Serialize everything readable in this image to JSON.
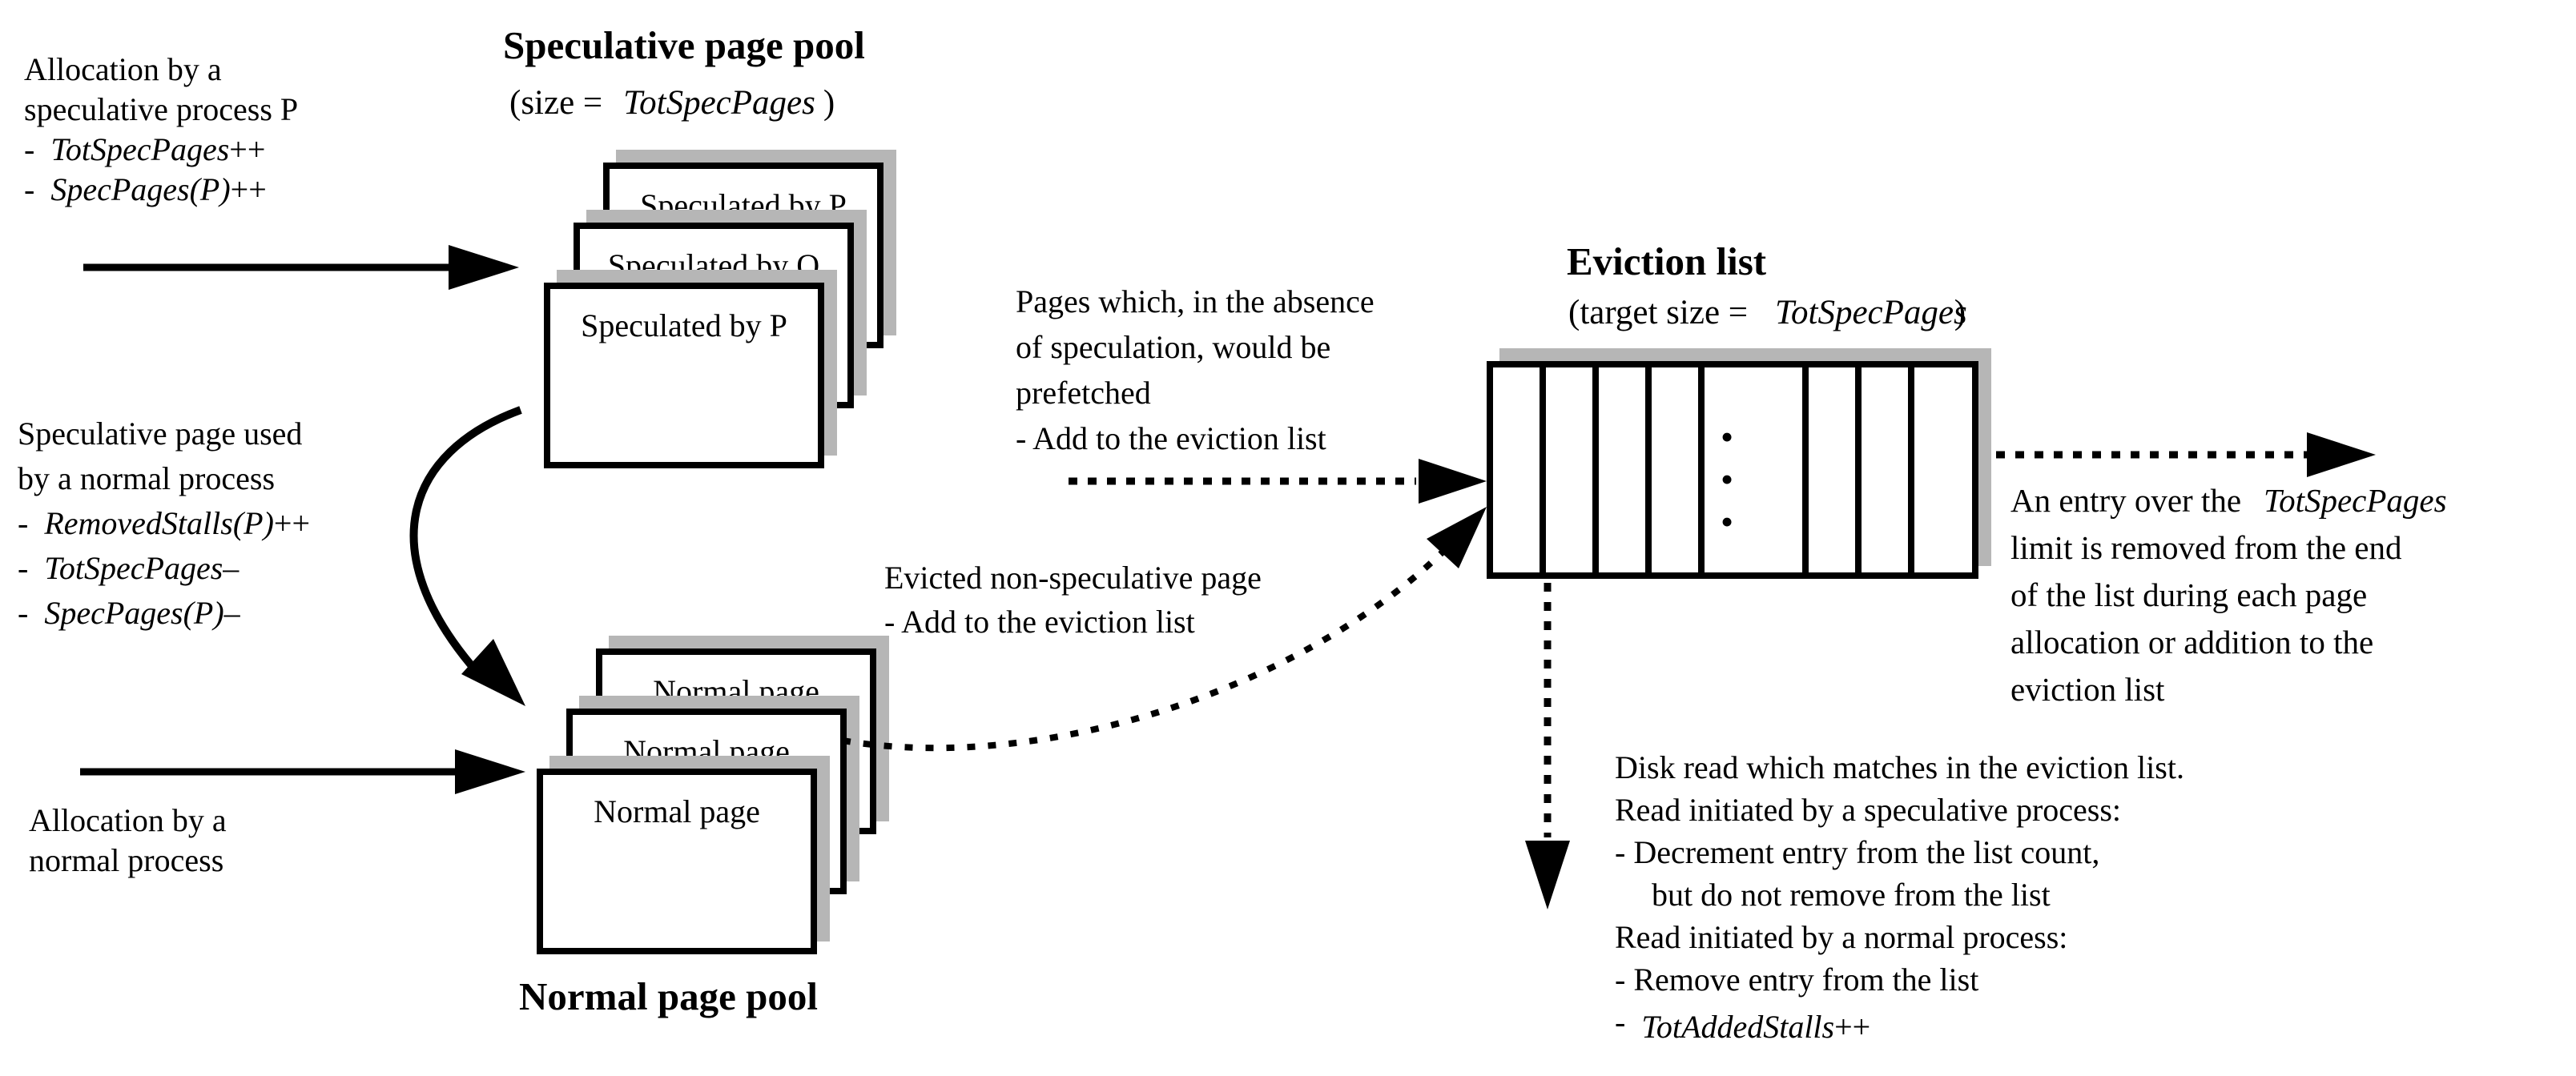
{
  "colors": {
    "ink": "#000000",
    "shadow": "#b6b6b6",
    "background": "#ffffff"
  },
  "alloc_spec": {
    "l1": "Allocation by a",
    "l2": "speculative process P",
    "b1_dash": "-",
    "b1_var": "TotSpecPages",
    "b1_suffix": "++",
    "b2_dash": "-",
    "b2_var": "SpecPages(P)",
    "b2_suffix": "++"
  },
  "spec_pool": {
    "title": "Speculative page pool",
    "size_prefix": "(size =",
    "size_var": "TotSpecPages",
    "size_suffix": ")",
    "cards": [
      "Speculated by P",
      "Speculated by Q",
      "Speculated by P"
    ]
  },
  "used_note": {
    "l1": "Speculative page used",
    "l2": "by a normal process",
    "b1_dash": "-",
    "b1_var": "RemovedStalls(P)",
    "b1_suffix": "++",
    "b2_dash": "-",
    "b2_var": "TotSpecPages",
    "b2_suffix": "–",
    "b3_dash": "-",
    "b3_var": "SpecPages(P)",
    "b3_suffix": "–"
  },
  "alloc_normal": {
    "l1": "Allocation by a",
    "l2": "normal process"
  },
  "normal_pool": {
    "caption": "Normal page pool",
    "cards": [
      "Normal page",
      "Normal page",
      "Normal page"
    ]
  },
  "prefetch_note": {
    "l1": "Pages which, in the absence",
    "l2": "of speculation, would be",
    "l3": "prefetched",
    "l4": "- Add to the eviction list"
  },
  "evicted_note": {
    "l1": "Evicted non-speculative page",
    "l2": "- Add to the eviction list"
  },
  "eviction": {
    "title": "Eviction list",
    "size_prefix": "(target size =",
    "size_var": "TotSpecPages",
    "size_suffix": ")",
    "ellipsis": "• • •"
  },
  "overflow_note": {
    "l1_pre": "An entry over the",
    "l1_var": "TotSpecPages",
    "l2": "limit is removed from the end",
    "l3": "of the list during each page",
    "l4": "allocation or addition to the",
    "l5": "eviction list"
  },
  "disk_note": {
    "l1": "Disk read which matches in the eviction list.",
    "l2": "Read initiated by a speculative process:",
    "l3": "- Decrement entry from the list count,",
    "l4": "but do not remove from the list",
    "l5": "Read initiated by a normal process:",
    "l6": "- Remove entry from the list",
    "l7_dash": "-",
    "l7_var": "TotAddedStalls",
    "l7_suffix": "++"
  }
}
